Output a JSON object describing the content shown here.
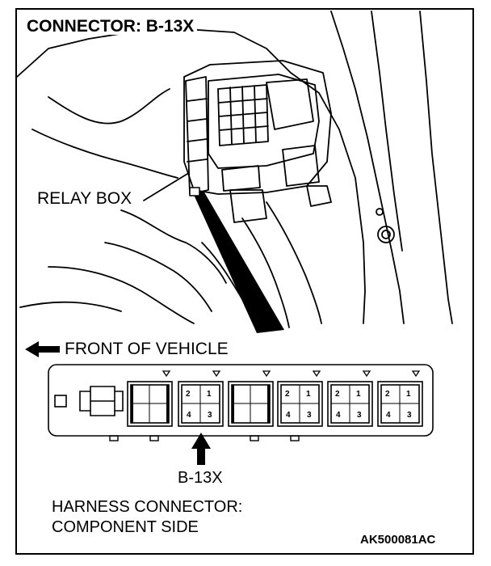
{
  "title": "CONNECTOR: B-13X",
  "relay_box_label": "RELAY BOX",
  "front_label": "FRONT OF VEHICLE",
  "connector_label": "B-13X",
  "harness_line1": "HARNESS CONNECTOR:",
  "harness_line2": "COMPONENT SIDE",
  "figure_code": "AK500081AC",
  "pins": {
    "c2": {
      "p2": "2",
      "p1": "1",
      "p4": "4",
      "p3": "3"
    },
    "c4": {
      "p2": "2",
      "p1": "1",
      "p4": "4",
      "p3": "3"
    },
    "c5": {
      "p2": "2",
      "p1": "1",
      "p4": "4",
      "p3": "3"
    },
    "c6": {
      "p2": "2",
      "p1": "1",
      "p4": "4",
      "p3": "3"
    }
  }
}
